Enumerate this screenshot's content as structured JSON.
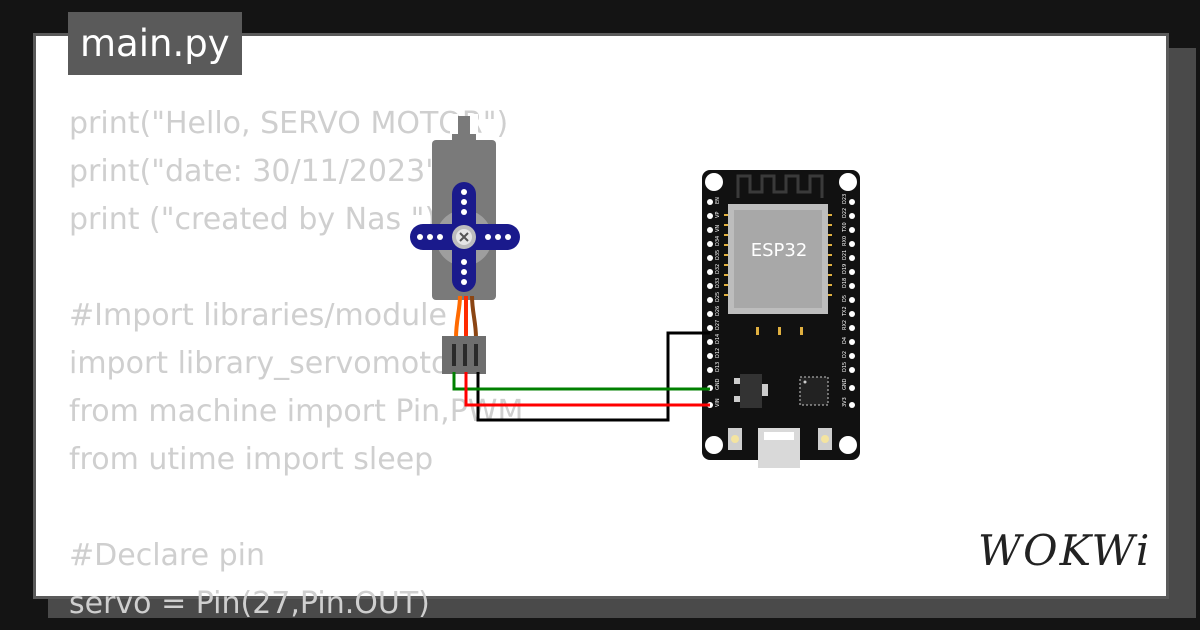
{
  "tab": {
    "title": "main.py"
  },
  "code_lines": [
    "print(\"Hello, SERVO MOTOR\")",
    "print(\"date: 30/11/2023\")",
    "print (\"created by Nas \")",
    "",
    "#Import libraries/module",
    "import library_servomotor",
    "from machine import Pin,PWM",
    "from utime import sleep",
    "",
    "#Declare pin",
    "servo = Pin(27,Pin.OUT)"
  ],
  "board": {
    "label": "ESP32",
    "pins_left": [
      "EN",
      "VP",
      "VN",
      "D34",
      "D35",
      "D32",
      "D33",
      "D25",
      "D26",
      "D27",
      "D14",
      "D12",
      "D13",
      "GND",
      "VIN"
    ],
    "pins_right": [
      "D23",
      "D22",
      "TX0",
      "RX0",
      "D21",
      "D19",
      "D18",
      "D5",
      "TX2",
      "RX2",
      "D4",
      "D2",
      "D15",
      "GND",
      "3V3"
    ]
  },
  "wires": {
    "signal": "#000000",
    "ground": "#008000",
    "power": "#ff0000"
  },
  "servo_wires": [
    "#ff6a00",
    "#ff2a00",
    "#8b4513"
  ],
  "brand": {
    "logo": "WOKWi"
  },
  "colors": {
    "panel_border": "#5a5a5a",
    "code_text": "#cfcfcf",
    "servo_horn": "#1a1a8c"
  }
}
